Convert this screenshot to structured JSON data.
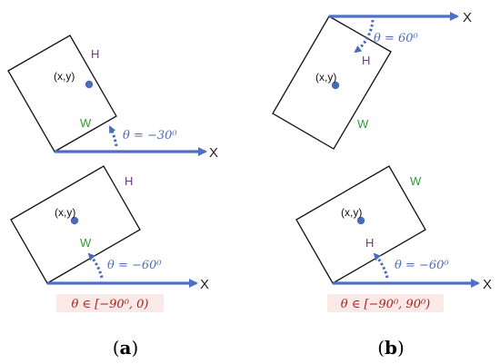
{
  "colors": {
    "axis_blue": "#4f6fc4",
    "angle_blue": "#4a6cb8",
    "h_purple": "#6c3a8e",
    "w_green": "#2e9c3a",
    "range_red": "#a3241c",
    "range_bg": "#fbe9e7",
    "box_stroke": "#111111"
  },
  "panels": [
    {
      "examples": [
        {
          "center_label": "(x,y)",
          "w_label": "W",
          "h_label": "H",
          "angle_text": "θ = −30⁰",
          "axis_label": "X"
        },
        {
          "center_label": "(x,y)",
          "w_label": "W",
          "h_label": "H",
          "angle_text": "θ = −60⁰",
          "axis_label": "X"
        }
      ],
      "range_text": "θ ∈ [−90⁰, 0)",
      "caption_open": "(",
      "caption_letter": "a",
      "caption_close": ")"
    },
    {
      "examples": [
        {
          "center_label": "(x,y)",
          "w_label": "W",
          "h_label": "H",
          "angle_text": "θ = 60⁰",
          "axis_label": "X"
        },
        {
          "center_label": "(x,y)",
          "w_label": "W",
          "h_label": "H",
          "angle_text": "θ = −60⁰",
          "axis_label": "X"
        }
      ],
      "range_text": "θ ∈ [−90⁰, 90⁰)",
      "caption_open": "(",
      "caption_letter": "b",
      "caption_close": ")"
    }
  ]
}
